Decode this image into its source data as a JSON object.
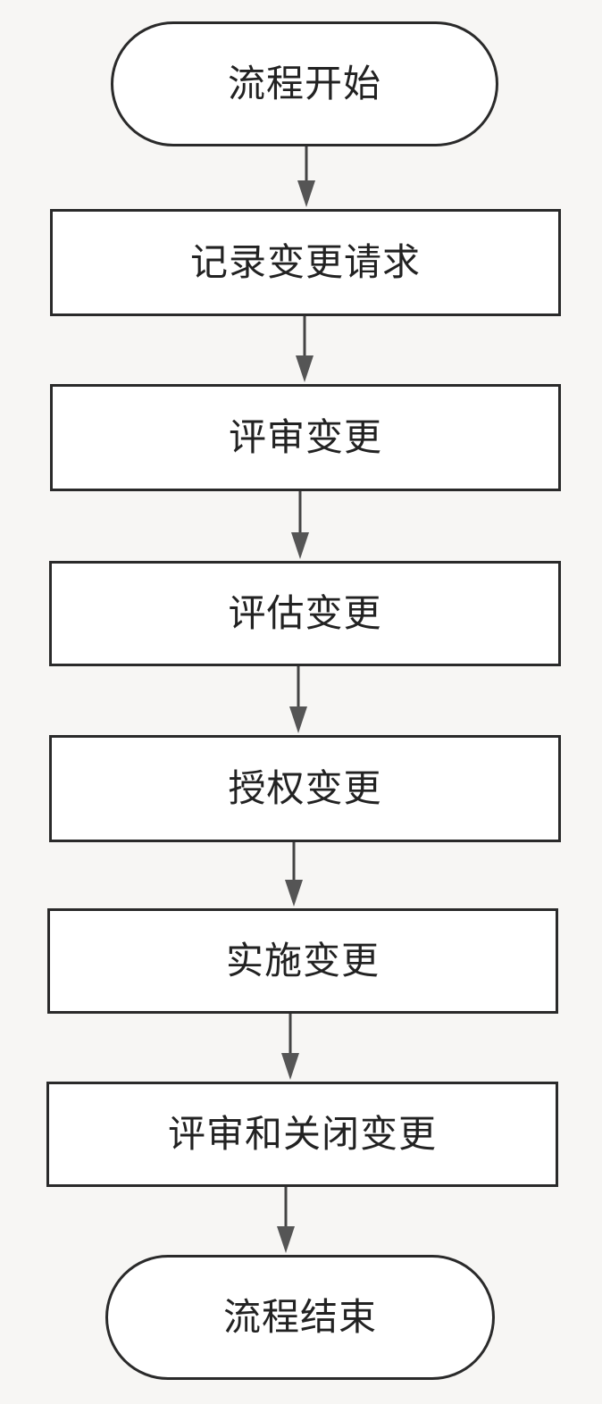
{
  "flowchart": {
    "start": "流程开始",
    "steps": [
      "记录变更请求",
      "评审变更",
      "评估变更",
      "授权变更",
      "实施变更",
      "评审和关闭变更"
    ],
    "end": "流程结束"
  },
  "colors": {
    "stroke": "#2a2a2a",
    "fill": "#ffffff",
    "background": "#f7f6f4",
    "arrow": "#555555"
  }
}
